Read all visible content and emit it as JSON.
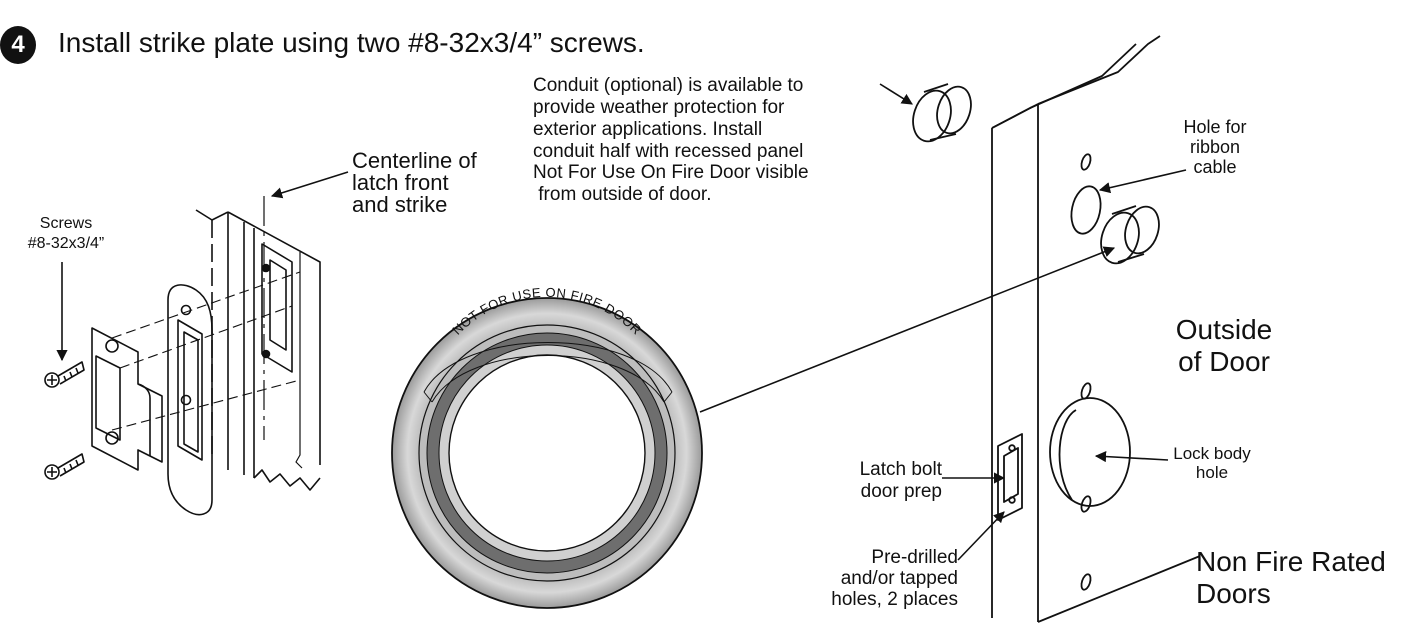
{
  "step": {
    "number": "4",
    "title": "Install strike plate using two #8-32x3/4” screws."
  },
  "labels": {
    "centerline": [
      "Centerline of",
      "latch front",
      "and strike"
    ],
    "screws": [
      "Screws",
      "#8-32x3/4”"
    ],
    "conduit_note": [
      "Conduit (optional) is available to",
      "provide weather protection  for",
      "exterior applications.  Install",
      "conduit half with  recessed panel",
      "Not For Use  On Fire Door visible",
      " from outside of door."
    ],
    "ribbon_hole": [
      "Hole for",
      "ribbon",
      "cable"
    ],
    "outside": [
      "Outside",
      "of Door"
    ],
    "lock_body": [
      "Lock body",
      "hole"
    ],
    "latch_prep": [
      "Latch bolt",
      "door prep"
    ],
    "predrilled": [
      "Pre-drilled",
      "and/or tapped",
      "holes, 2 places"
    ],
    "door_type": [
      "Non Fire Rated",
      "Doors"
    ],
    "conduit_ring_text": "NOT FOR USE ON FIRE DOOR"
  }
}
